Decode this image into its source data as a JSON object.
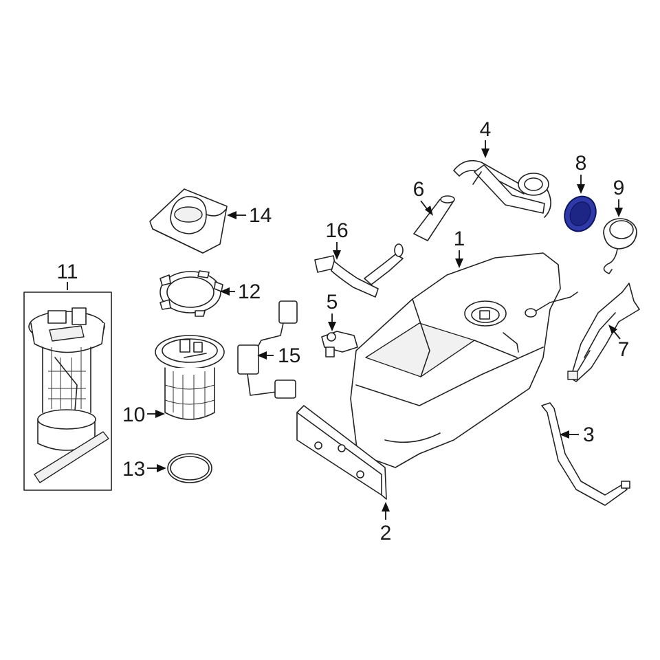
{
  "callouts": {
    "c1": "1",
    "c2": "2",
    "c3": "3",
    "c4": "4",
    "c5": "5",
    "c6": "6",
    "c7": "7",
    "c8": "8",
    "c9": "9",
    "c10": "10",
    "c11": "11",
    "c12": "12",
    "c13": "13",
    "c14": "14",
    "c15": "15",
    "c16": "16"
  },
  "colors": {
    "highlight_fill": "#2f3aa8",
    "highlight_stroke": "#0d1560",
    "line": "#222222",
    "background": "#ffffff"
  },
  "highlighted_part": "8"
}
